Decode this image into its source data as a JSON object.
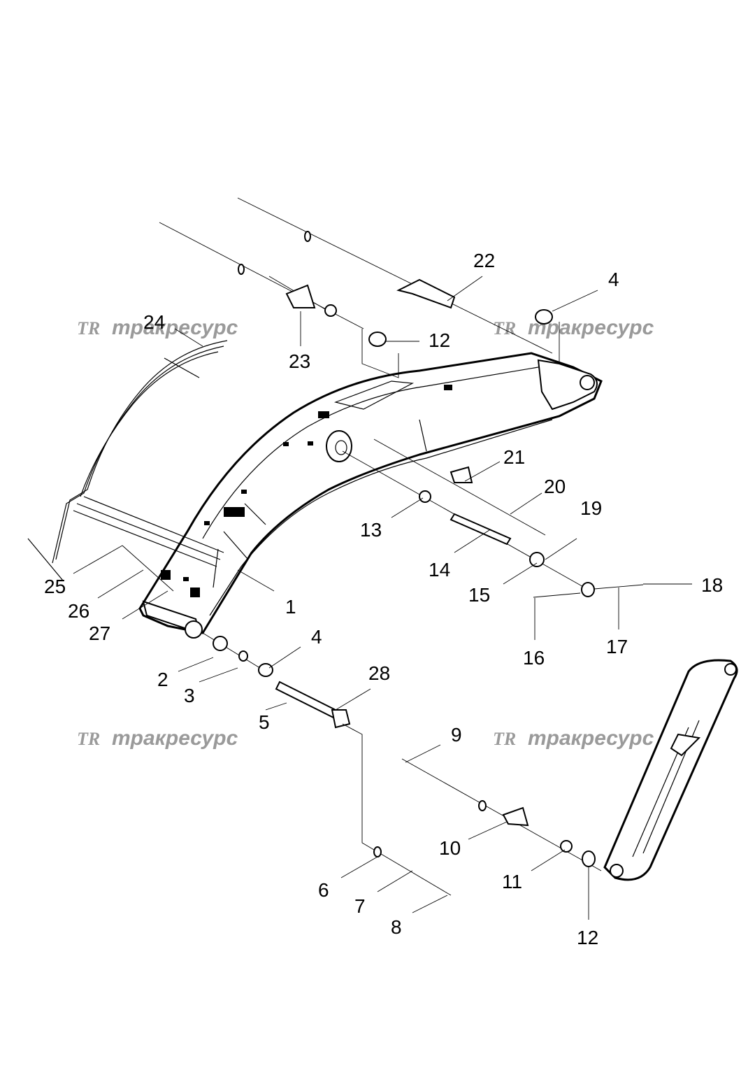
{
  "watermark": {
    "text": "тракресурс",
    "logo_letters": "TR",
    "color": "#9a9a9a"
  },
  "callouts": [
    "1",
    "2",
    "3",
    "4",
    "4",
    "5",
    "6",
    "7",
    "8",
    "9",
    "10",
    "11",
    "12",
    "12",
    "13",
    "14",
    "15",
    "16",
    "17",
    "18",
    "19",
    "20",
    "21",
    "22",
    "23",
    "24",
    "25",
    "26",
    "27",
    "28"
  ]
}
